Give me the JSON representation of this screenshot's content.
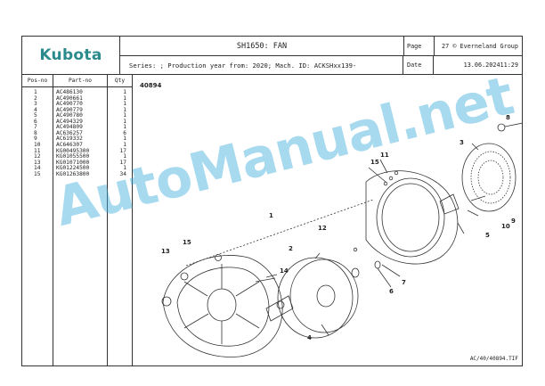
{
  "header": {
    "logo": "Kubota",
    "title": "SH1650: FAN",
    "page_label": "Page",
    "page_number": "27",
    "copyright": "© Everneland Group",
    "series_line": "Series: ; Production year from: 2020; Mach. ID: ACKSHxx139-",
    "date_label": "Date",
    "date_value": "13.06.2024",
    "time_value": "11:29"
  },
  "parts_table": {
    "headers": {
      "pos": "Pos-no",
      "part": "Part-no",
      "qty": "Qty"
    },
    "rows": [
      {
        "pos": "1",
        "part": "AC486130",
        "qty": "1"
      },
      {
        "pos": "2",
        "part": "AC490661",
        "qty": "1"
      },
      {
        "pos": "3",
        "part": "AC490770",
        "qty": "1"
      },
      {
        "pos": "4",
        "part": "AC490779",
        "qty": "1"
      },
      {
        "pos": "5",
        "part": "AC490780",
        "qty": "1"
      },
      {
        "pos": "6",
        "part": "AC494329",
        "qty": "1"
      },
      {
        "pos": "7",
        "part": "AC494809",
        "qty": "1"
      },
      {
        "pos": "8",
        "part": "AC636257",
        "qty": "6"
      },
      {
        "pos": "9",
        "part": "AC619332",
        "qty": "1"
      },
      {
        "pos": "10",
        "part": "AC646307",
        "qty": "1"
      },
      {
        "pos": "11",
        "part": "KG00495300",
        "qty": "17"
      },
      {
        "pos": "12",
        "part": "KG01055500",
        "qty": "1"
      },
      {
        "pos": "13",
        "part": "KG01071000",
        "qty": "17"
      },
      {
        "pos": "14",
        "part": "KG01224500",
        "qty": "1"
      },
      {
        "pos": "15",
        "part": "KG01263800",
        "qty": "34"
      }
    ]
  },
  "drawing": {
    "id": "40894",
    "reference": "AC/40/40894.TIF",
    "callouts": [
      "1",
      "2",
      "3",
      "4",
      "5",
      "6",
      "7",
      "8",
      "9",
      "10",
      "11",
      "12",
      "13",
      "14",
      "15"
    ]
  },
  "watermark": "AutoManual.net",
  "colors": {
    "logo": "#2a8a8c",
    "watermark": "#3caadc",
    "border": "#333333"
  }
}
